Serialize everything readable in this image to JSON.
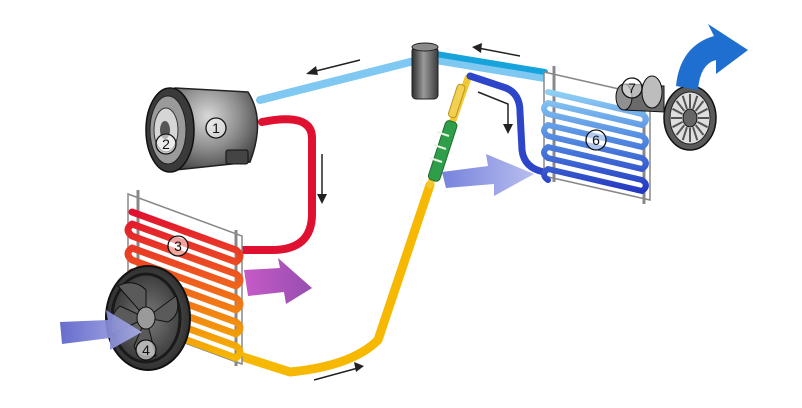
{
  "diagram": {
    "components": [
      {
        "id": "compressor",
        "label": "1"
      },
      {
        "id": "compressor-clutch",
        "label": "2"
      },
      {
        "id": "condenser",
        "label": "3"
      },
      {
        "id": "condenser-fan",
        "label": "4"
      },
      {
        "id": "receiver-drier",
        "label": ""
      },
      {
        "id": "expansion-valve",
        "label": ""
      },
      {
        "id": "evaporator",
        "label": "6"
      },
      {
        "id": "blower-motor",
        "label": "7"
      }
    ],
    "colors": {
      "low_pressure_gas": "#7ec8f2",
      "high_pressure_gas": "#e01030",
      "high_pressure_liquid": "#f6b800",
      "low_pressure_liquid": "#2d45c8",
      "air_in": "#8b92d8",
      "hot_air": "#b043b0",
      "cold_air": "#1f6fd0"
    }
  }
}
